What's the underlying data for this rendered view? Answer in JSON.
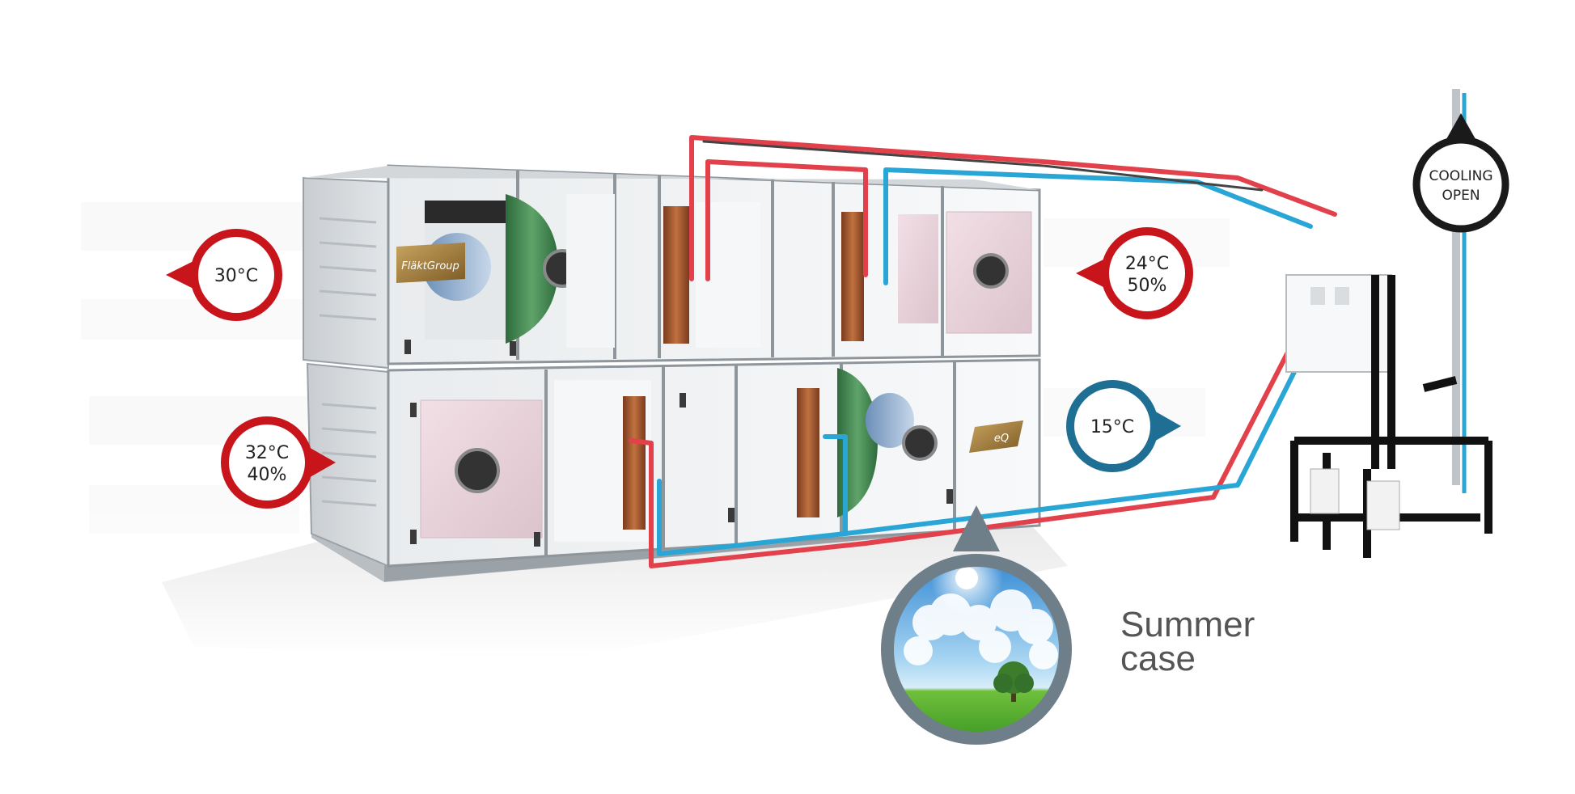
{
  "colors": {
    "hot": "#c8151b",
    "cold": "#1e6f93",
    "pipe_red": "#e2404a",
    "pipe_blue": "#2aa6d6",
    "grey_ring": "#6f7f8a",
    "black_ring": "#1a1a1a"
  },
  "bubbles": {
    "exhaust": {
      "line1": "30°C",
      "line2": ""
    },
    "return": {
      "line1": "24°C",
      "line2": "50%"
    },
    "outdoor": {
      "line1": "32°C",
      "line2": "40%"
    },
    "supply": {
      "line1": "15°C",
      "line2": ""
    },
    "cooling": {
      "line1": "COOLING",
      "line2": "OPEN"
    }
  },
  "brands": {
    "unit_logo": "FläktGroup",
    "controller_logo": "eQ"
  },
  "summer_case": {
    "line1": "Summer",
    "line2": "case"
  },
  "icons": [
    "fan-icon",
    "tree-icon",
    "sun-icon",
    "cloud-icon",
    "pipe-loop-icon",
    "pump-station-icon"
  ]
}
